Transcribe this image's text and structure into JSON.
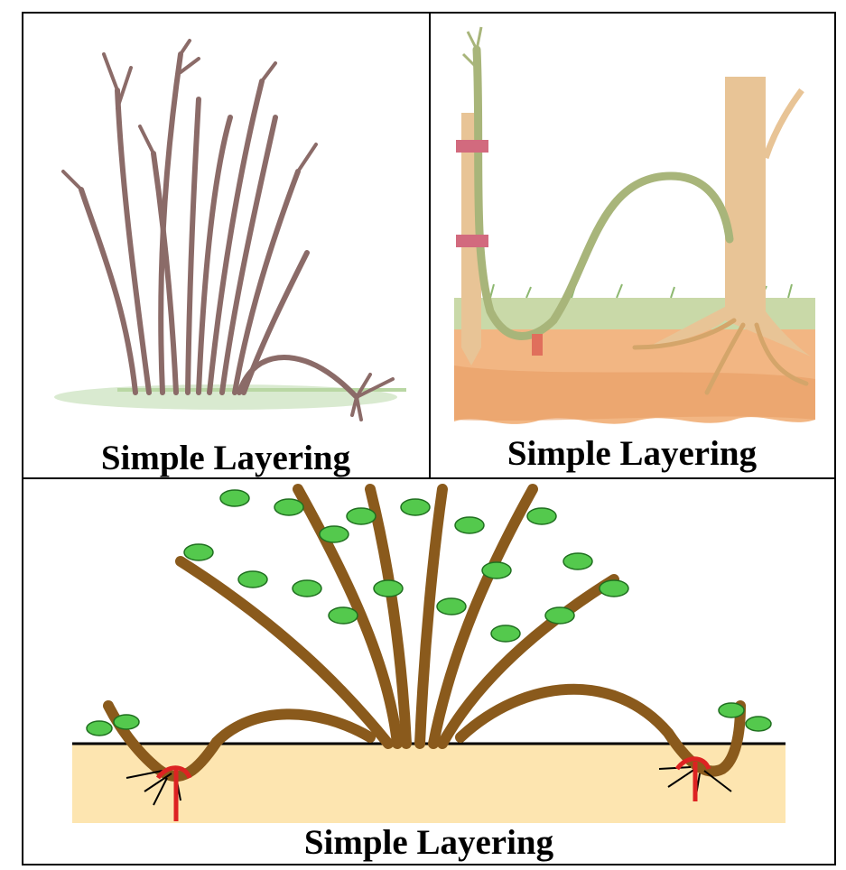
{
  "panels": [
    {
      "caption": "Simple Layering"
    },
    {
      "caption": "Simple Layering"
    },
    {
      "caption": "Simple Layering"
    }
  ]
}
